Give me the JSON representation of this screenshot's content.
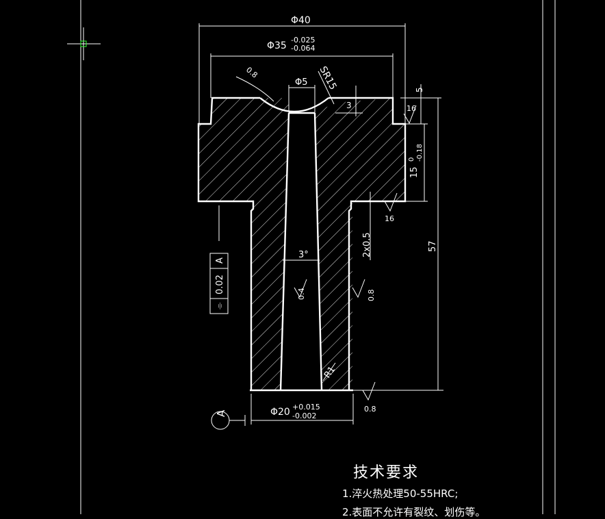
{
  "dims": {
    "dia40": "Φ40",
    "dia35": "Φ35",
    "dia35_tol_upper": "-0.025",
    "dia35_tol_lower": "-0.064",
    "radius_sr15": "SR15",
    "dia5": "Φ5",
    "rough_top": "0.8",
    "depth3": "3",
    "height5": "5",
    "rough16_top": "16",
    "height15": "15",
    "height15_tol_upper": "0",
    "height15_tol_lower": "-0.18",
    "rough16_shoulder": "16",
    "chamfer": "2x0.5",
    "height57": "57",
    "taper_angle": "3°",
    "rough_bore": "0.4",
    "rough_outer": "0.8",
    "radius_r1": "R1",
    "dia20": "Φ20",
    "dia20_tol_upper": "+0.015",
    "dia20_tol_lower": "-0.002",
    "rough_bottom": "0.8"
  },
  "gdt": {
    "symbol": "⌯",
    "value": "0.02",
    "datum": "A"
  },
  "datum_label": "A",
  "notes": {
    "title": "技术要求",
    "line1": "1.淬火热处理50-55HRC;",
    "line2": "2.表面不允许有裂纹、划伤等。"
  }
}
